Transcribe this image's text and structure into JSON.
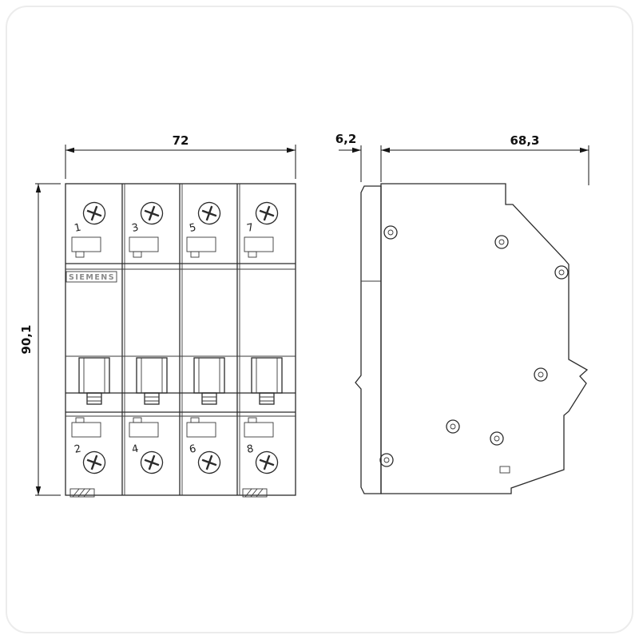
{
  "drawing": {
    "title_brand": "SIEMENS",
    "dimensions": {
      "front_width": "72",
      "front_height": "90,1",
      "side_front_depth": "6,2",
      "side_body_depth": "68,3"
    },
    "terminals": {
      "top": [
        "1",
        "3",
        "5",
        "7"
      ],
      "bottom": [
        "2",
        "4",
        "6",
        "8"
      ]
    }
  }
}
